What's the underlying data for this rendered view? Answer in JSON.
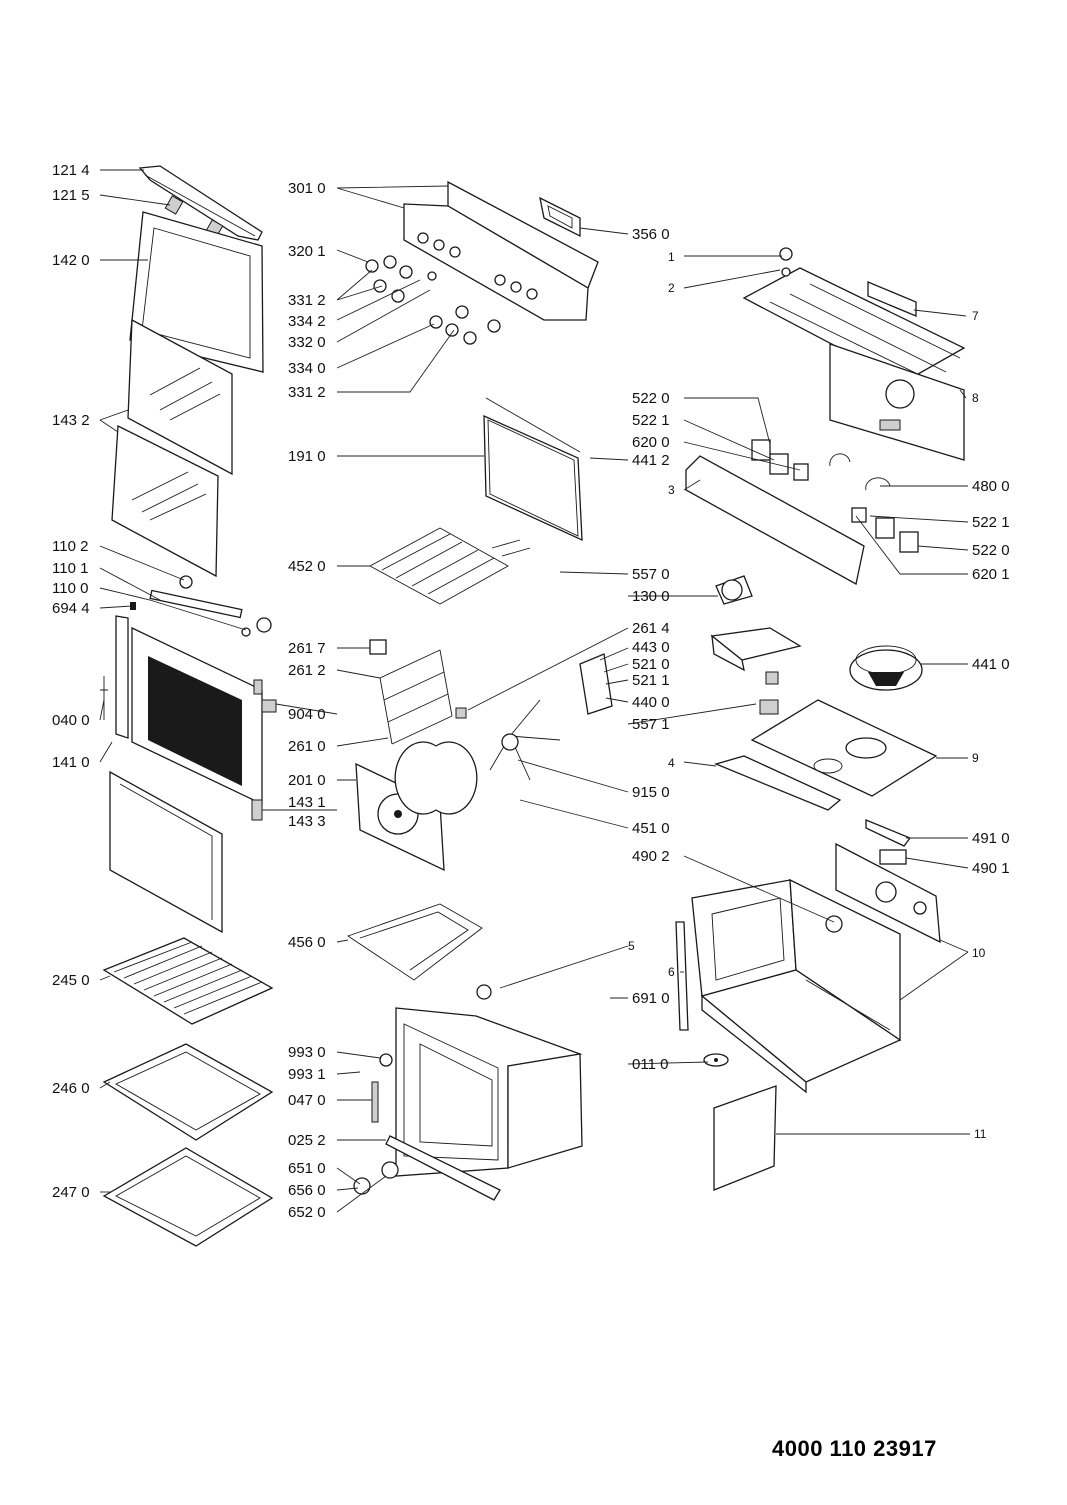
{
  "document_number": "4000 110 23917",
  "labels": {
    "l1214": "121 4",
    "l1215": "121 5",
    "l1420": "142 0",
    "l1432": "143 2",
    "l1102": "110 2",
    "l1101": "110 1",
    "l1100": "110 0",
    "l6944": "694 4",
    "l0400": "040 0",
    "l1410": "141 0",
    "l2450": "245 0",
    "l2460": "246 0",
    "l2470": "247 0",
    "l3010": "301 0",
    "l3201": "320 1",
    "l3312a": "331 2",
    "l3342": "334 2",
    "l3320": "332 0",
    "l3340": "334 0",
    "l3312b": "331 2",
    "l1910": "191 0",
    "l4520": "452 0",
    "l2617": "261 7",
    "l2612": "261 2",
    "l9040": "904 0",
    "l2610": "261 0",
    "l2010": "201 0",
    "l1431": "143 1",
    "l1433": "143 3",
    "l4560": "456 0",
    "l9930": "993 0",
    "l9931": "993 1",
    "l0470": "047 0",
    "l0252": "025 2",
    "l6510": "651 0",
    "l6560": "656 0",
    "l6520": "652 0",
    "l3560": "356 0",
    "l4412": "441 2",
    "l5570": "557 0",
    "l1300": "130 0",
    "l2614": "261 4",
    "l4430": "443 0",
    "l5210": "521 0",
    "l5211": "521 1",
    "l4400": "440 0",
    "l5571": "557 1",
    "l9150": "915 0",
    "l4510": "451 0",
    "l5": "5",
    "l6910": "691 0",
    "l0110": "011 0",
    "l1": "1",
    "l2": "2",
    "l7": "7",
    "l8": "8",
    "l5220a": "522 0",
    "l5221a": "522 1",
    "l6200": "620 0",
    "l3": "3",
    "l4800": "480 0",
    "l5221b": "522 1",
    "l5220b": "522 0",
    "l6201": "620 1",
    "l4410": "441 0",
    "l4": "4",
    "l9": "9",
    "l4910": "491 0",
    "l4902": "490 2",
    "l4901": "490 1",
    "l6": "6",
    "l10": "10",
    "l11": "11"
  }
}
